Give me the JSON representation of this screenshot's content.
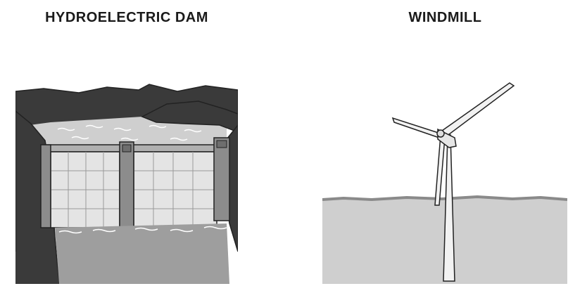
{
  "dam": {
    "title": "HYDROELECTRIC DAM"
  },
  "windmill": {
    "title": "WINDMILL"
  },
  "colors": {
    "rock_dark": "#3a3a3a",
    "rock_mid": "#555555",
    "water_light": "#cfcfcf",
    "dam_wall": "#e4e4e4",
    "pillar": "#8c8c8c",
    "ground": "#cfcfcf",
    "ground_edge": "#9a9a9a",
    "turbine": "#f2f2f2",
    "outline": "#222222"
  },
  "icons": [
    "dam-illustration",
    "wind-turbine-illustration"
  ]
}
